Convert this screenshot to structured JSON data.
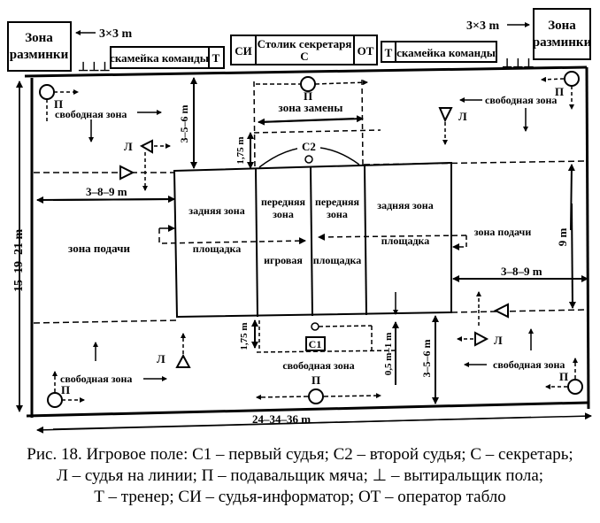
{
  "figure": {
    "warmup_left": {
      "line1": "Зона",
      "line2": "разминки",
      "size": "3×3 m"
    },
    "warmup_right": {
      "line1": "Зона",
      "line2": "разминки",
      "size": "3×3 m"
    },
    "floor_wipers_left": "⊥⊥⊥",
    "floor_wipers_right": "⊥⊥⊥",
    "bench_left": {
      "label": "скамейка команды",
      "coach": "Т"
    },
    "bench_right": {
      "label": "скамейка команды",
      "coach": "Т"
    },
    "scorer_table": {
      "si": "СИ",
      "line1": "Столик секретаря",
      "line2": "С",
      "ot": "ОТ"
    },
    "zones": {
      "free_zone": "свободная зона",
      "substitution_zone": "зона замены",
      "back_zone": "задняя зона",
      "front_zone_l1": "передняя",
      "front_zone_l2": "зона",
      "playing": "игровая",
      "court": "площадка",
      "service_zone": "зона подачи"
    },
    "officials": {
      "ball_retriever": "П",
      "line_judge": "Л",
      "second_referee": "С2",
      "first_referee": "С1"
    },
    "dimensions": {
      "width": "24–34–36 m",
      "height": "15–19–21 m",
      "service_depth_left": "3–8–9 m",
      "service_depth_right": "3–8–9 m",
      "free_zone_top": "3–5–6 m",
      "free_zone_bottom": "3–5–6 m",
      "ref_offset_top": "1,75 m",
      "ref_offset_bottom": "1,75 m",
      "scorer_offset": "0,5 m–1 m",
      "court_width": "9 m"
    }
  },
  "caption": {
    "line1": "Рис. 18. Игровое поле: С1 – первый судья; С2 – второй судья; С – секретарь;",
    "line2": "Л – судья на линии; П – подавальщик мяча; ⊥ – вытиральщик пола;",
    "line3": "Т – тренер; СИ – судья-информатор; ОТ – оператор табло"
  }
}
